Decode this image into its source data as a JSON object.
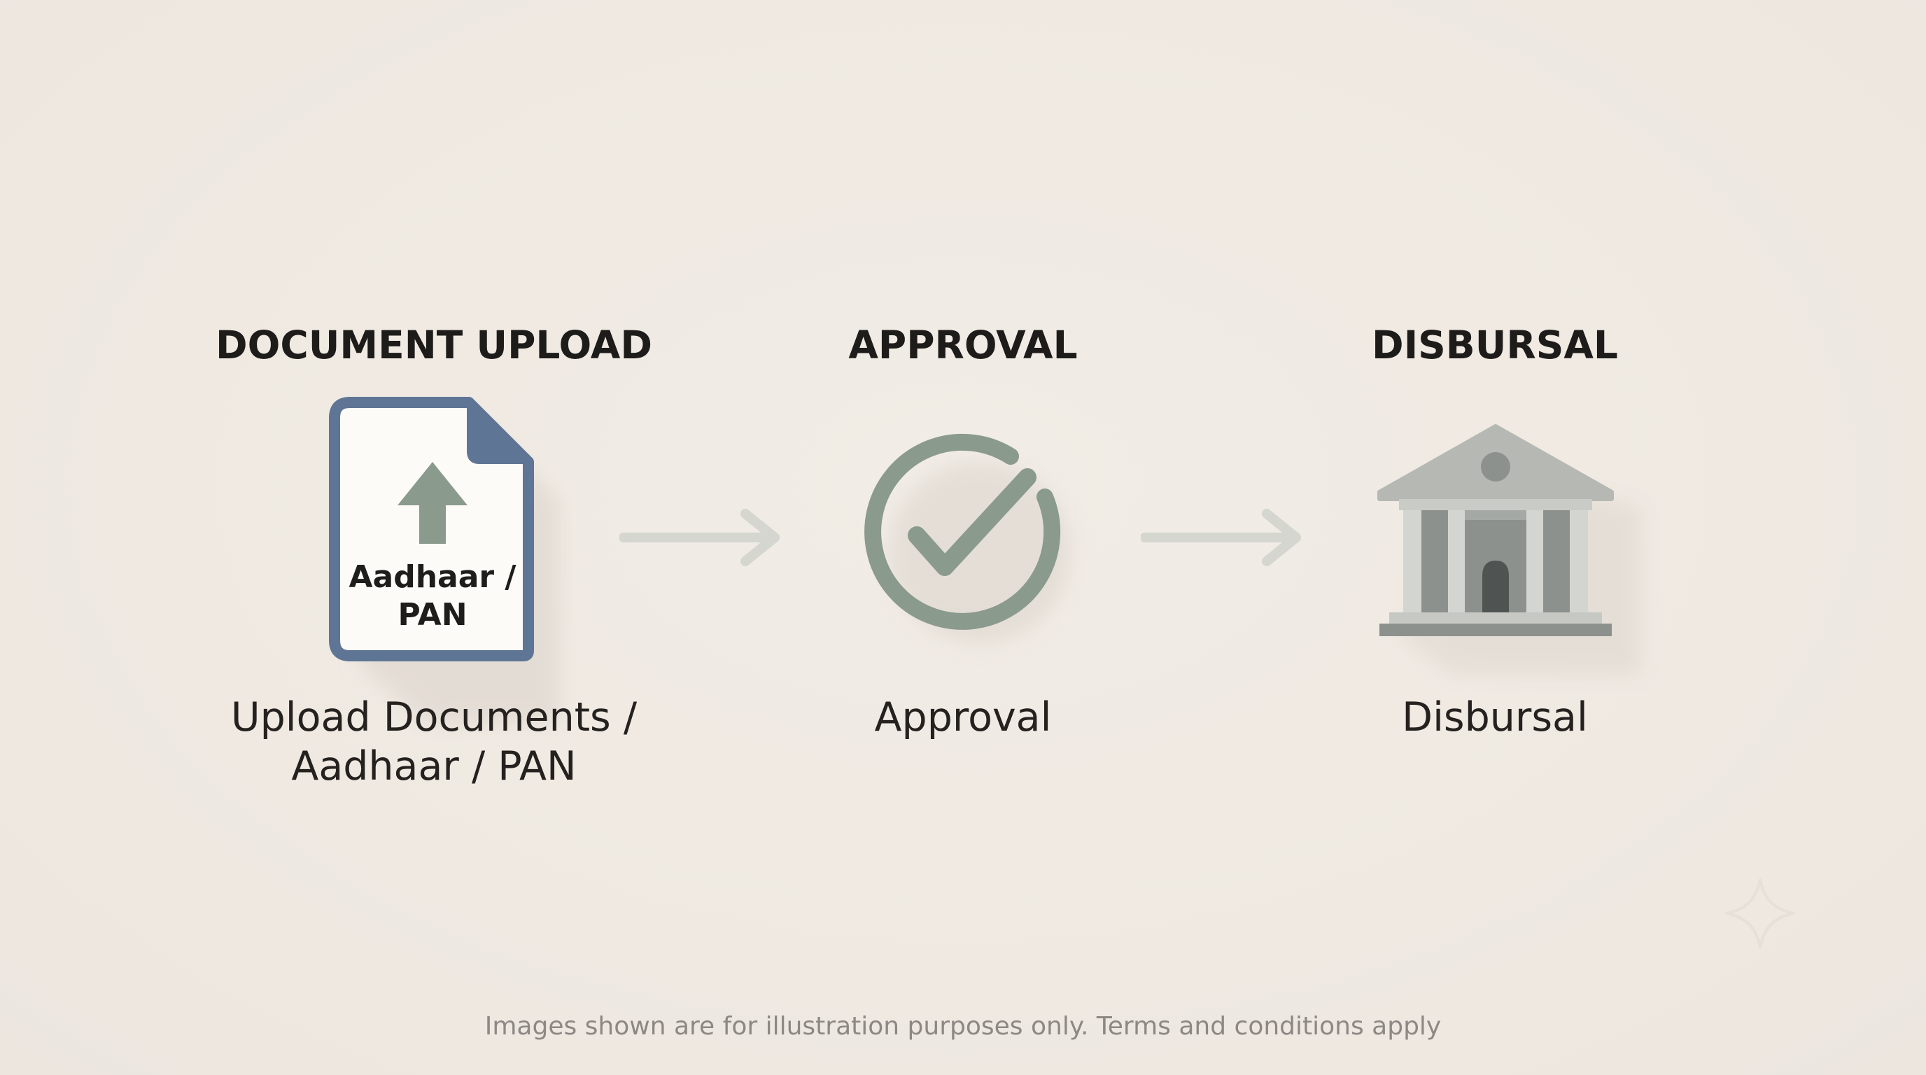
{
  "steps": [
    {
      "title": "DOCUMENT UPLOAD",
      "icon": "document-upload-icon",
      "icon_text_line1": "Aadhaar /",
      "icon_text_line2": "PAN",
      "caption_line1": "Upload Documents /",
      "caption_line2": "Aadhaar / PAN"
    },
    {
      "title": "APPROVAL",
      "icon": "check-circle-icon",
      "caption_line1": "Approval"
    },
    {
      "title": "DISBURSAL",
      "icon": "bank-icon",
      "caption_line1": "Disbursal"
    }
  ],
  "footer": "Images shown are for illustration purposes only. Terms and conditions apply",
  "colors": {
    "background": "#efe9e2",
    "document_blue": "#5f7595",
    "sage": "#8a9a8d",
    "bank_grey": "#b5b8b4",
    "arrow": "#d4d6cf",
    "title_text": "#1e1c1a"
  }
}
